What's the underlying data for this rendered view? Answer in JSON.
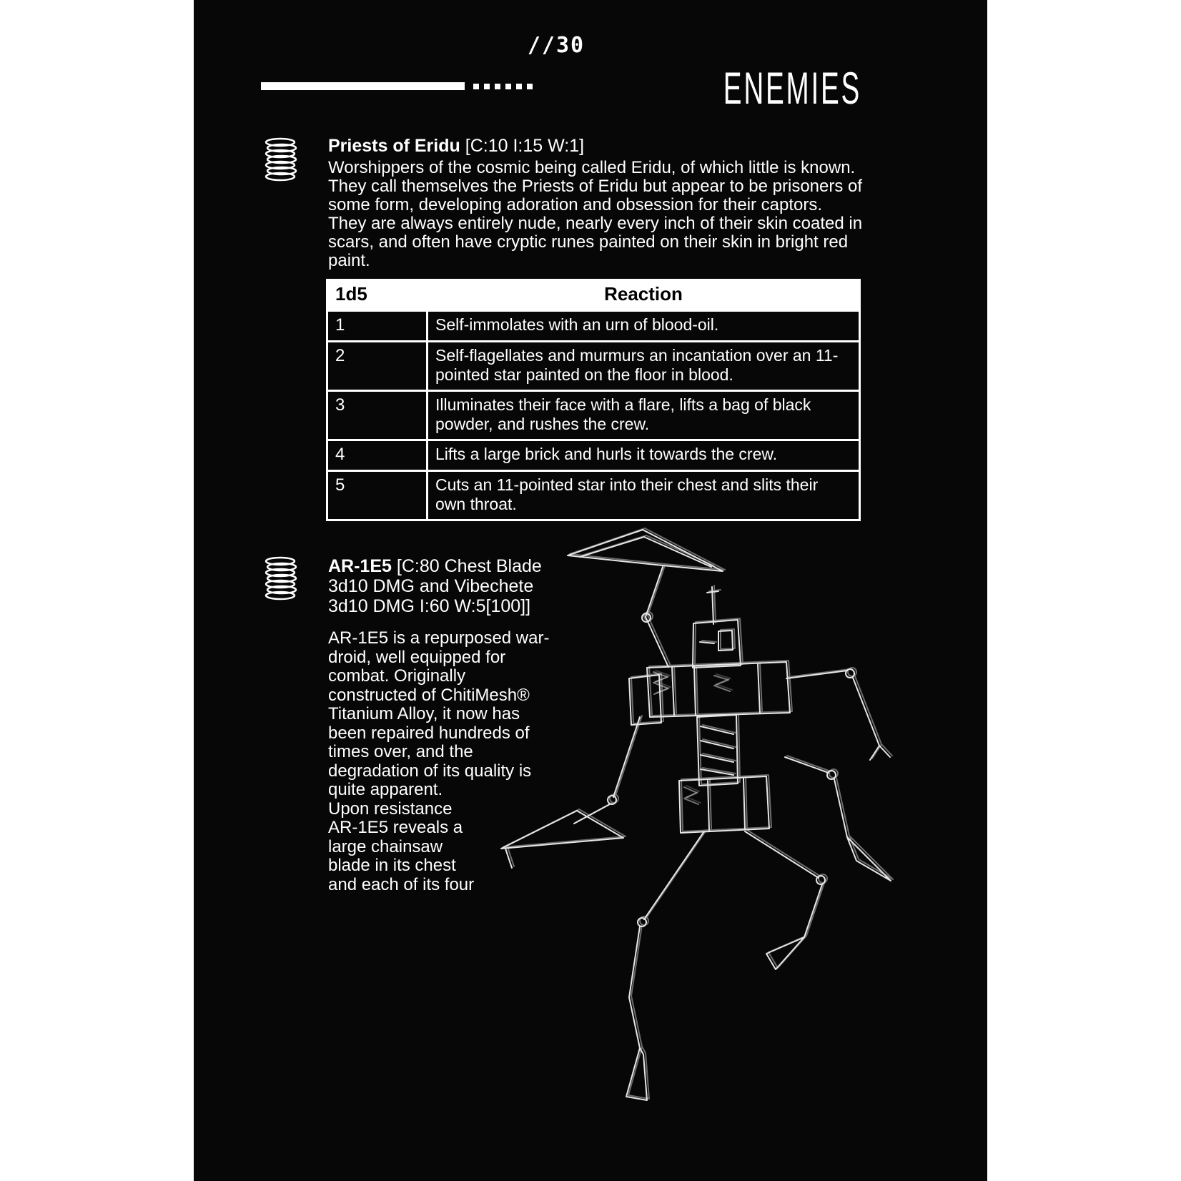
{
  "page": {
    "number": "//30",
    "title": "ENEMIES"
  },
  "icons": {
    "section_marker": "coil-icon",
    "illustration": "war-droid-sketch"
  },
  "colors": {
    "page_bg": "#070707",
    "page_text": "#ffffff",
    "outer_bg": "#ffffff",
    "table_header_bg": "#ffffff",
    "table_header_text": "#000000"
  },
  "priests": {
    "name": "Priests of Eridu",
    "stats": "[C:10 I:15 W:1]",
    "description": "Worshippers of the cosmic being called Eridu, of which little is known. They call themselves the Priests of Eridu but appear to be prisoners of some form, developing adoration and obsession for their captors. They are always entirely nude, nearly every inch of their skin coated in scars, and often have cryptic runes painted on their skin in bright red paint.",
    "reaction_table": {
      "col_roll": "1d5",
      "col_reaction": "Reaction",
      "rows": [
        {
          "roll": "1",
          "reaction": "Self-immolates with an urn of blood-oil."
        },
        {
          "roll": "2",
          "reaction": "Self-flagellates and murmurs an incantation over an 11-pointed star painted on the floor in blood."
        },
        {
          "roll": "3",
          "reaction": "Illuminates their face with a flare, lifts a bag of black powder, and rushes the crew."
        },
        {
          "roll": "4",
          "reaction": "Lifts a large brick and hurls it towards the crew."
        },
        {
          "roll": "5",
          "reaction": "Cuts an 11-pointed star into their chest and slits their own throat."
        }
      ]
    }
  },
  "ar1e5": {
    "name": "AR-1E5",
    "stats_line1": "[C:80 Chest Blade",
    "stats_line2": "3d10 DMG and Vibechete",
    "stats_line3": "3d10 DMG I:60 W:5[100]]",
    "description_top": "AR-1E5 is a repurposed war-droid, well equipped for combat. Originally constructed of ChitiMesh® Titanium Alloy, it now has been repaired hundreds of times over, and the degradation of its quality is quite apparent.",
    "description_bottom": "Upon resistance AR-1E5 reveals a large chainsaw blade in its chest and each of its four"
  }
}
